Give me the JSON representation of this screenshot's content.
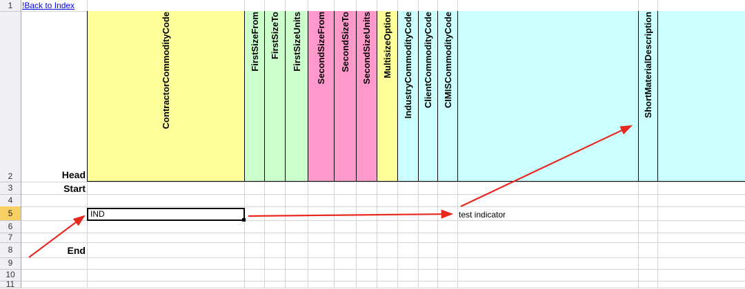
{
  "link": {
    "back_to_index": "!Back to Index"
  },
  "rows": [
    "1",
    "2",
    "3",
    "4",
    "5",
    "6",
    "7",
    "8",
    "9",
    "10",
    "11"
  ],
  "selected_row": "5",
  "labels": {
    "head": "Head",
    "start": "Start",
    "end": "End"
  },
  "columns": [
    {
      "name": "ContractorCommodityCode",
      "color": "#ffff99"
    },
    {
      "name": "FirstSizeFrom",
      "color": "#ccffcc"
    },
    {
      "name": "FirstSizeTo",
      "color": "#ccffcc"
    },
    {
      "name": "FirstSizeUnits",
      "color": "#ccffcc"
    },
    {
      "name": "SecondSizeFrom",
      "color": "#ff99cc"
    },
    {
      "name": "SecondSizeTo",
      "color": "#ff99cc"
    },
    {
      "name": "SecondSizeUnits",
      "color": "#ff99cc"
    },
    {
      "name": "MultisizeOption",
      "color": "#ffff99"
    },
    {
      "name": "IndustryCommodityCode",
      "color": "#ccffff"
    },
    {
      "name": "ClientCommodityCode",
      "color": "#ccffff"
    },
    {
      "name": "CIMISCommodityCode",
      "color": "#ccffff"
    },
    {
      "name": "",
      "color": "#ccffff"
    },
    {
      "name": "ShortMaterialDescription",
      "color": "#ccffff"
    },
    {
      "name": "",
      "color": "#ccffff"
    }
  ],
  "cells": {
    "ind": "IND",
    "test_indicator": "test indicator"
  },
  "colors": {
    "arrow": "#e8281e",
    "selected_row_header": "#f8cf62",
    "link": "#0000ee"
  }
}
